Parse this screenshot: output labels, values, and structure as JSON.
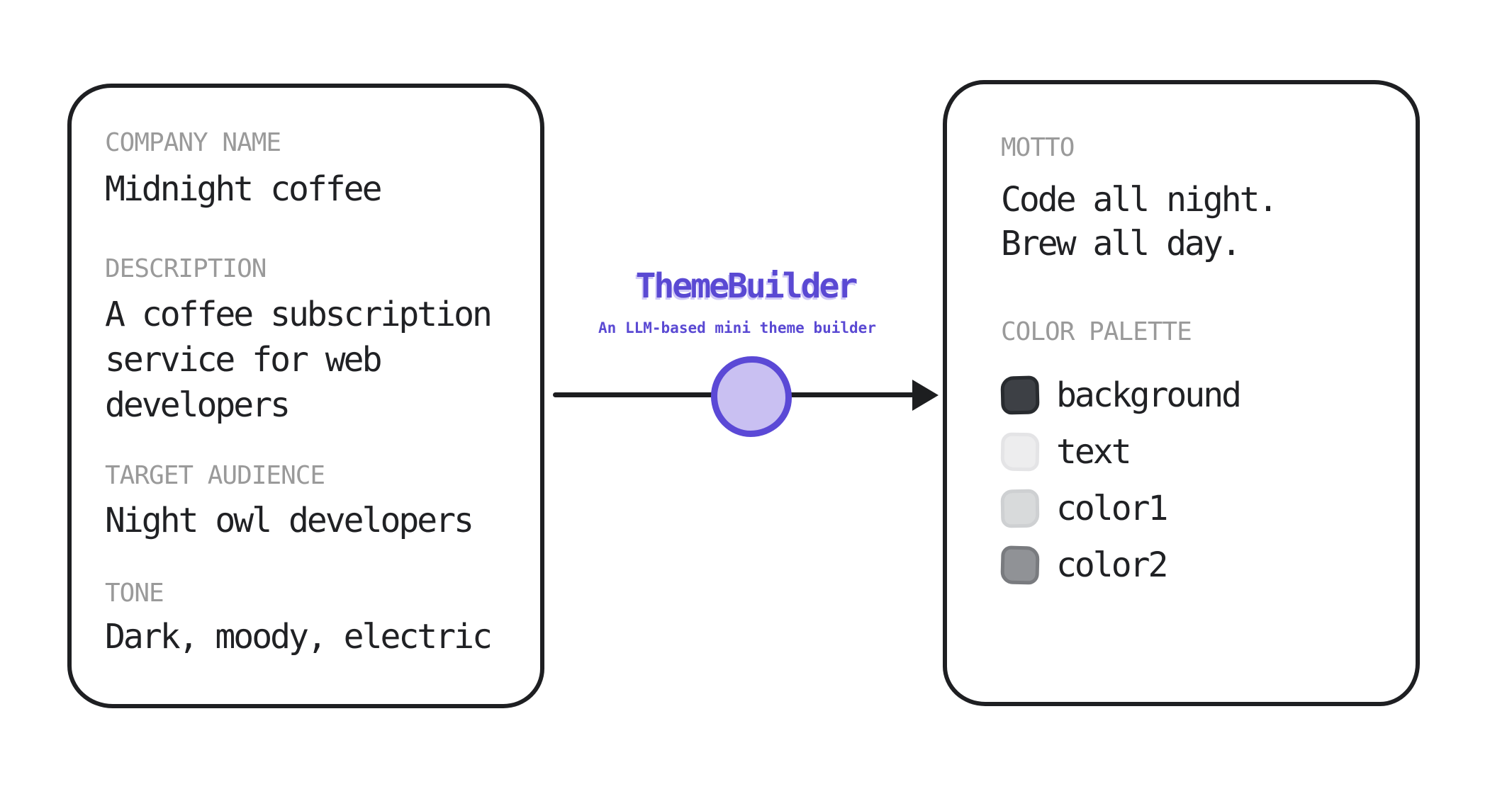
{
  "left_card": {
    "fields": [
      {
        "label": "COMPANY NAME",
        "value": "Midnight coffee"
      },
      {
        "label": "DESCRIPTION",
        "value": "A coffee subscription\nservice for web\ndevelopers"
      },
      {
        "label": "TARGET AUDIENCE",
        "value": "Night owl developers"
      },
      {
        "label": "TONE",
        "value": "Dark, moody, electric"
      }
    ]
  },
  "builder": {
    "title": "ThemeBuilder",
    "subtitle": "An LLM-based mini theme builder",
    "title_color": "#5a49d3",
    "subtitle_color": "#5a49d3",
    "node_fill": "#c9c0f2",
    "node_stroke": "#5b49d6",
    "arrow_color": "#1d1e20"
  },
  "right_card": {
    "motto_label": "MOTTO",
    "motto": "Code all night.\nBrew all day.",
    "palette_label": "COLOR PALETTE",
    "palette": [
      {
        "name": "background",
        "fill": "#3d4045",
        "border": "#282b2f"
      },
      {
        "name": "text",
        "fill": "#ededee",
        "border": "#e4e4e6"
      },
      {
        "name": "color1",
        "fill": "#d8dadb",
        "border": "#ced0d2"
      },
      {
        "name": "color2",
        "fill": "#909296",
        "border": "#797b7f"
      }
    ]
  }
}
